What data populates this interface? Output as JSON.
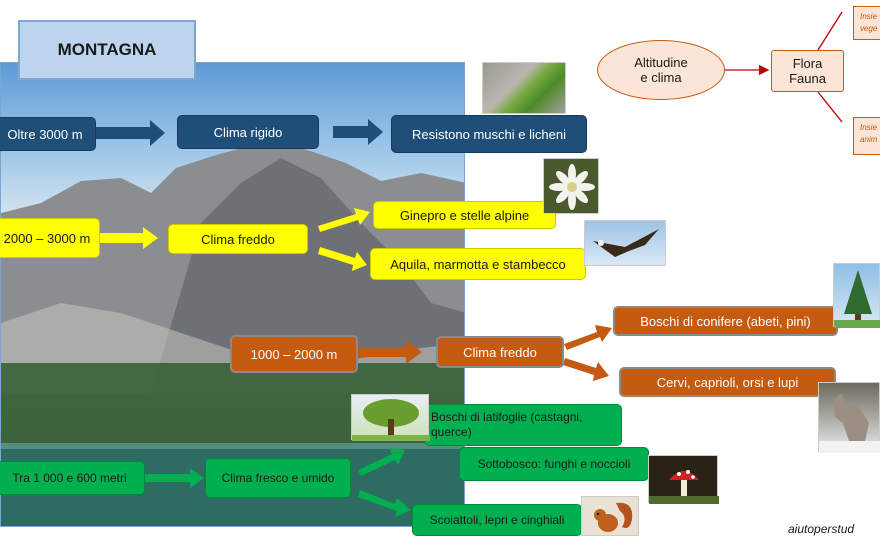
{
  "title": "MONTAGNA",
  "colors": {
    "blue_level": "#1f4e79",
    "yellow_level": "#ffff00",
    "orange_level": "#c55a11",
    "green_level": "#00b050",
    "concept_fill": "#fbe5d6"
  },
  "levels": {
    "high": {
      "altitude": "Oltre 3000 m",
      "climate": "Clima rigido",
      "life": "Resistono muschi e licheni"
    },
    "alpine": {
      "altitude": "2000 – 3000 m",
      "climate": "Clima freddo",
      "flora": "Ginepro e stelle alpine",
      "fauna": "Aquila, marmotta e stambecco"
    },
    "middle": {
      "altitude": "1000 – 2000 m",
      "climate": "Clima freddo",
      "flora": "Boschi di conifere (abeti, pini)",
      "fauna": "Cervi, caprioli, orsi e lupi"
    },
    "low": {
      "altitude": "Tra 1 000 e 600 metri",
      "climate": "Clima fresco e umido",
      "flora": "Boschi di latifoglie (castagni, querce)",
      "undergrowth": "Sottobosco: funghi e noccioli",
      "fauna": "Scoiattoli, lepri e cinghiali"
    }
  },
  "concept_map": {
    "cause_line1": "Altitudine",
    "cause_line2": "e clima",
    "effect_line1": "Flora",
    "effect_line2": "Fauna",
    "top_line1": "Insie",
    "top_line2": "vege",
    "bottom_line1": "Insie",
    "bottom_line2": "anim"
  },
  "footer": "aiutoperstud",
  "icons": [
    "moss-photo-icon",
    "edelweiss-icon",
    "eagle-icon",
    "fir-tree-icon",
    "wolf-icon",
    "deciduous-tree-icon",
    "mushroom-icon",
    "squirrel-icon"
  ]
}
